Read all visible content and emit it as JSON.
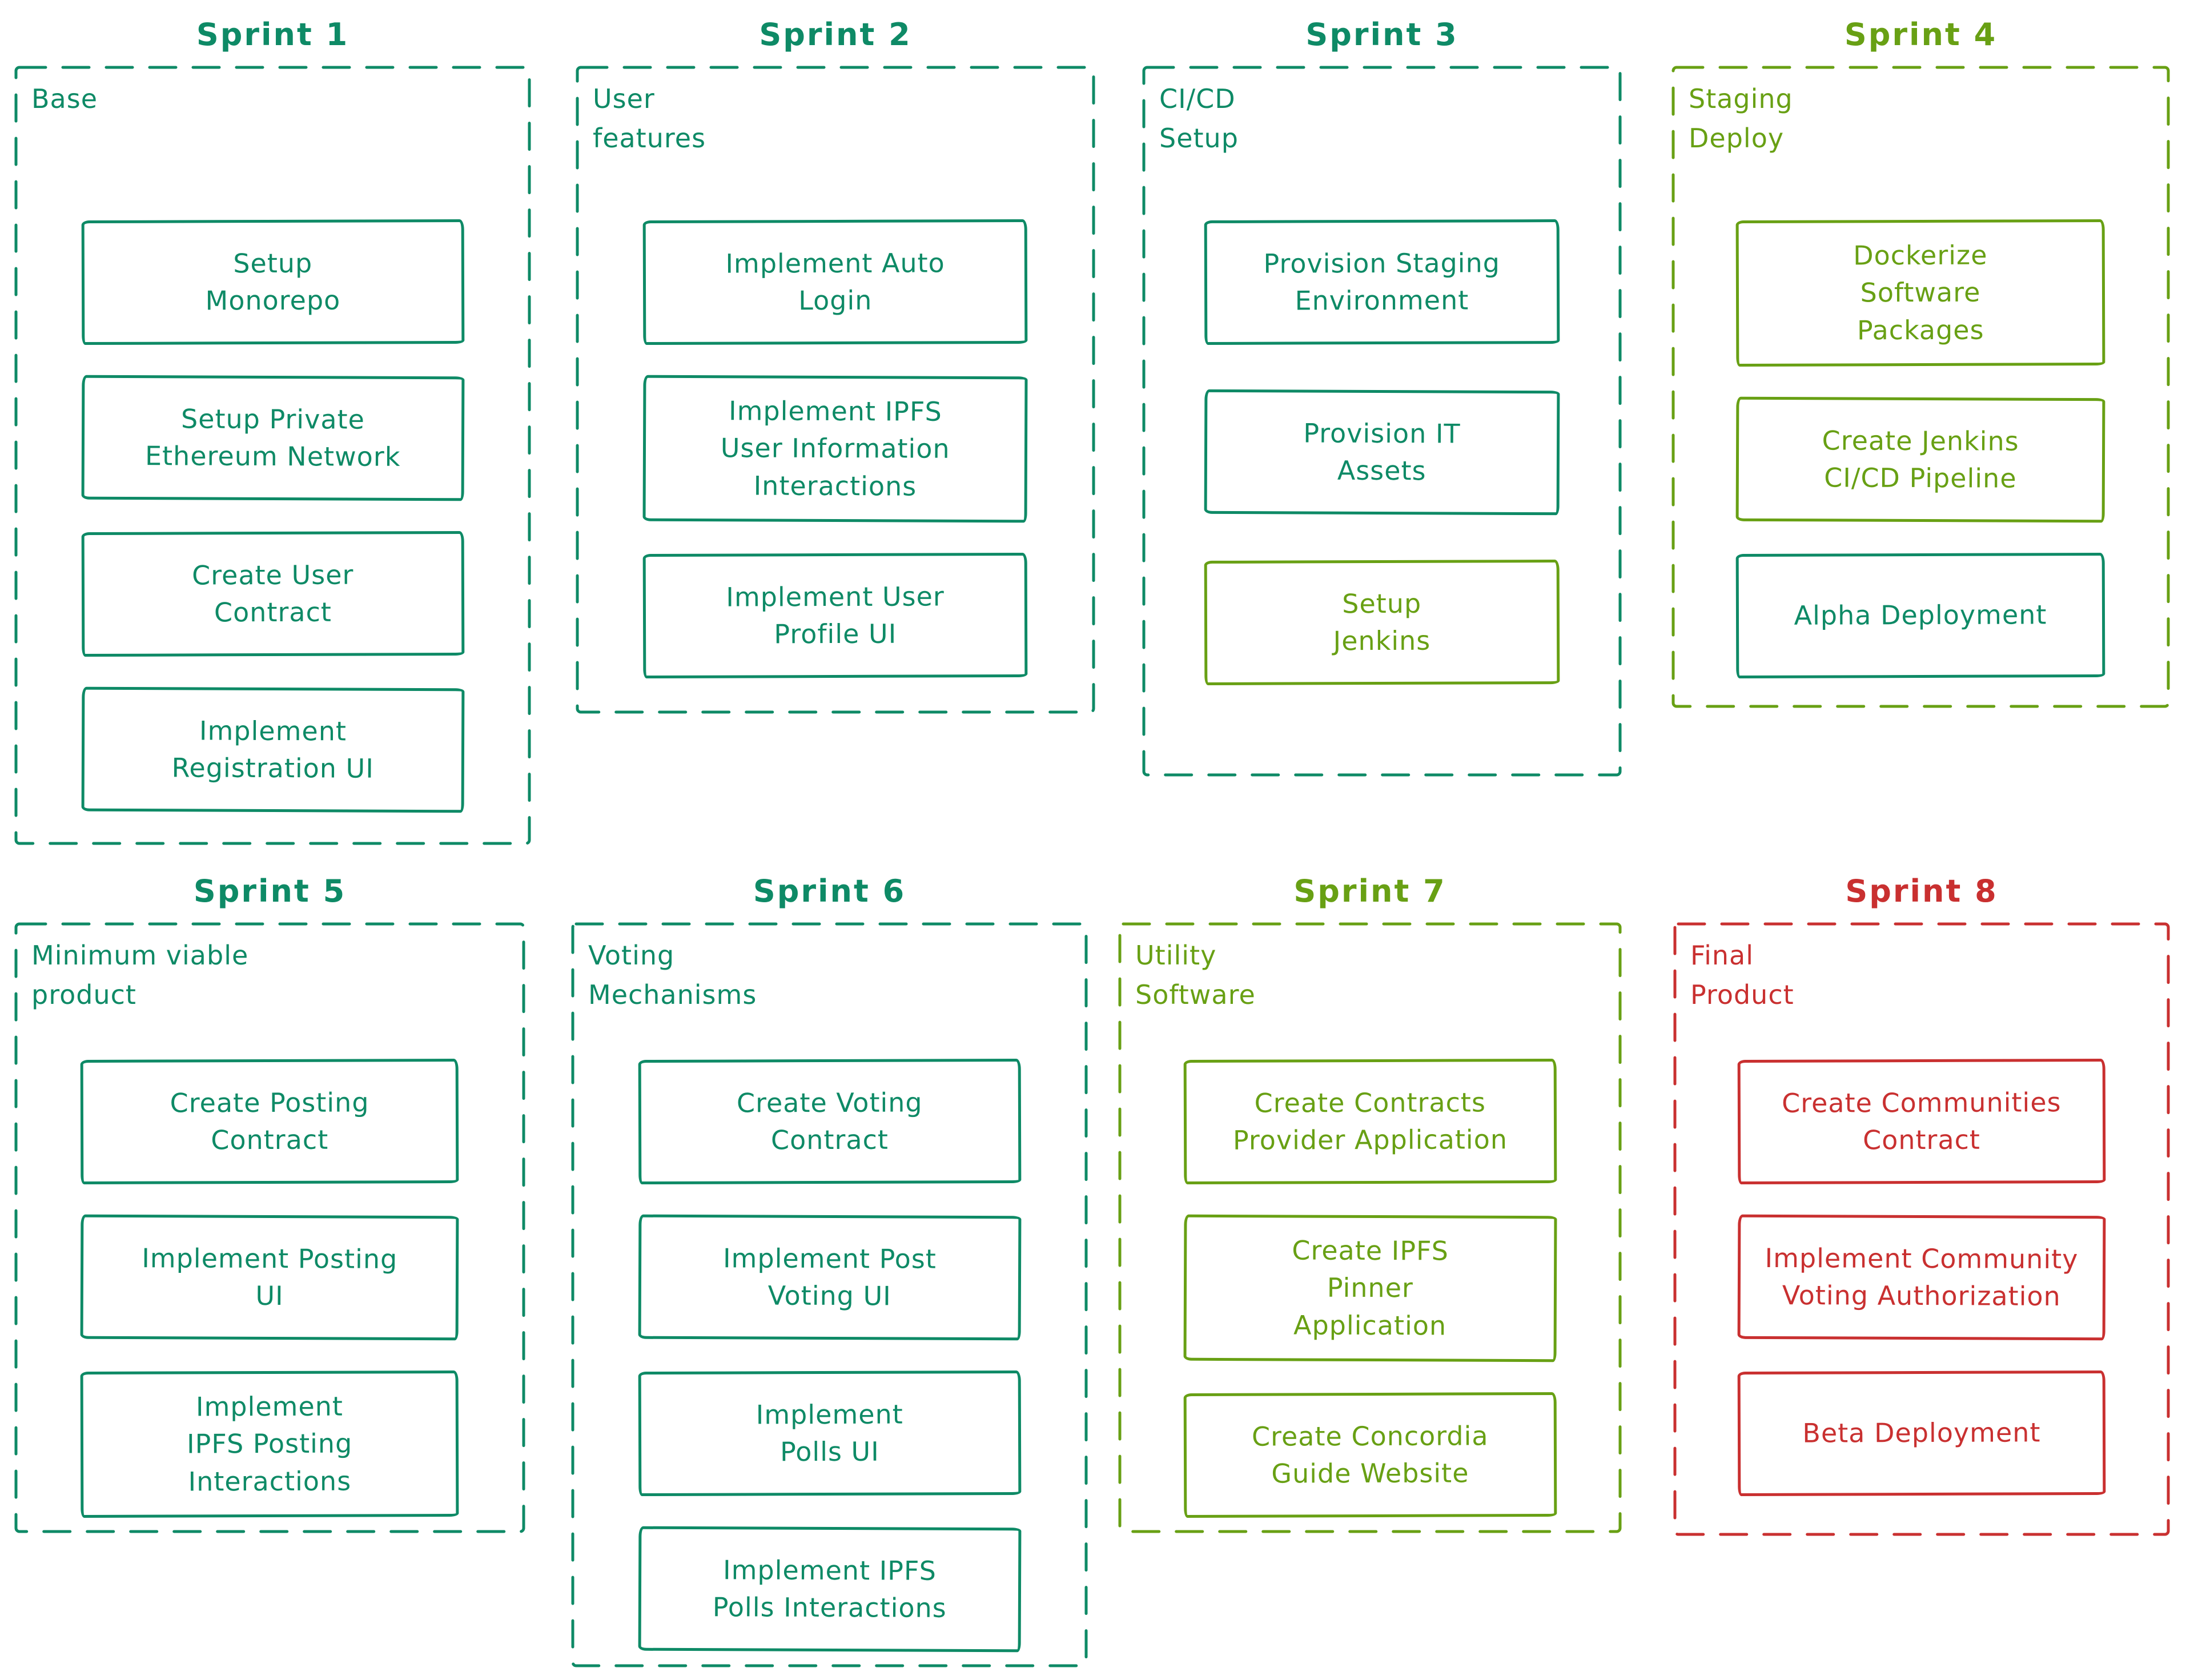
{
  "palette": {
    "teal": "#0e8a66",
    "green": "#68a014",
    "red": "#c93030",
    "background": "#ffffff"
  },
  "sprints": [
    {
      "title": "Sprint 1",
      "label": "Base",
      "color": "teal",
      "tasks": [
        {
          "text": "Setup\nMonorepo",
          "color": "teal"
        },
        {
          "text": "Setup Private\nEthereum Network",
          "color": "teal"
        },
        {
          "text": "Create User\nContract",
          "color": "teal"
        },
        {
          "text": "Implement\nRegistration UI",
          "color": "teal"
        }
      ]
    },
    {
      "title": "Sprint 2",
      "label": "User\nfeatures",
      "color": "teal",
      "tasks": [
        {
          "text": "Implement Auto\nLogin",
          "color": "teal"
        },
        {
          "text": "Implement IPFS\nUser Information\nInteractions",
          "color": "teal"
        },
        {
          "text": "Implement User\nProfile UI",
          "color": "teal"
        }
      ]
    },
    {
      "title": "Sprint 3",
      "label": "CI/CD\nSetup",
      "color": "teal",
      "tasks": [
        {
          "text": "Provision Staging\nEnvironment",
          "color": "teal"
        },
        {
          "text": "Provision IT\nAssets",
          "color": "teal"
        },
        {
          "text": "Setup\nJenkins",
          "color": "green"
        }
      ]
    },
    {
      "title": "Sprint 4",
      "label": "Staging\nDeploy",
      "color": "green",
      "tasks": [
        {
          "text": "Dockerize\nSoftware\nPackages",
          "color": "green"
        },
        {
          "text": "Create Jenkins\nCI/CD Pipeline",
          "color": "green"
        },
        {
          "text": "Alpha Deployment",
          "color": "teal"
        }
      ]
    },
    {
      "title": "Sprint 5",
      "label": "Minimum viable\nproduct",
      "color": "teal",
      "tasks": [
        {
          "text": "Create Posting\nContract",
          "color": "teal"
        },
        {
          "text": "Implement Posting\nUI",
          "color": "teal"
        },
        {
          "text": "Implement\nIPFS Posting\nInteractions",
          "color": "teal"
        }
      ]
    },
    {
      "title": "Sprint 6",
      "label": "Voting\nMechanisms",
      "color": "teal",
      "tasks": [
        {
          "text": "Create Voting\nContract",
          "color": "teal"
        },
        {
          "text": "Implement Post\nVoting UI",
          "color": "teal"
        },
        {
          "text": "Implement\nPolls UI",
          "color": "teal"
        },
        {
          "text": "Implement IPFS\nPolls Interactions",
          "color": "teal"
        }
      ]
    },
    {
      "title": "Sprint 7",
      "label": "Utility\nSoftware",
      "color": "green",
      "tasks": [
        {
          "text": "Create Contracts\nProvider Application",
          "color": "green"
        },
        {
          "text": "Create IPFS\nPinner\nApplication",
          "color": "green"
        },
        {
          "text": "Create Concordia\nGuide Website",
          "color": "green"
        }
      ]
    },
    {
      "title": "Sprint 8",
      "label": "Final\nProduct",
      "color": "red",
      "tasks": [
        {
          "text": "Create Communities\nContract",
          "color": "red"
        },
        {
          "text": "Implement Community\nVoting Authorization",
          "color": "red"
        },
        {
          "text": "Beta Deployment",
          "color": "red"
        }
      ]
    }
  ]
}
